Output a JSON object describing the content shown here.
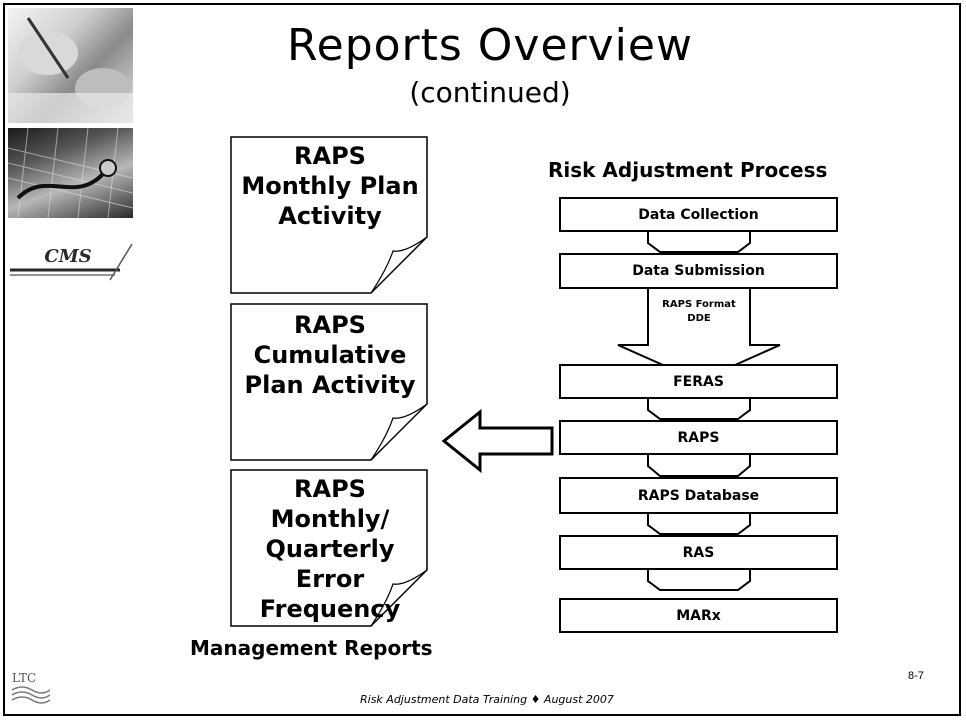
{
  "slide": {
    "title": "Reports Overview",
    "subtitle": "(continued)",
    "footer": "Risk Adjustment Data Training ♦ August 2007",
    "page_number": "8-7",
    "logo_text": "CMS",
    "ltc_text": "LTC"
  },
  "reports": [
    {
      "lines": [
        "RAPS",
        "Monthly Plan",
        "Activity"
      ]
    },
    {
      "lines": [
        "RAPS",
        "Cumulative",
        "Plan Activity"
      ]
    },
    {
      "lines": [
        "RAPS",
        "Monthly/",
        "Quarterly",
        "Error",
        "Frequency"
      ]
    }
  ],
  "management_label": "Management Reports",
  "process": {
    "title": "Risk Adjustment Process",
    "steps": [
      "Data Collection",
      "Data Submission",
      "FERAS",
      "RAPS",
      "RAPS Database",
      "RAS",
      "MARx"
    ],
    "submission_format": [
      "RAPS Format",
      "DDE"
    ]
  }
}
